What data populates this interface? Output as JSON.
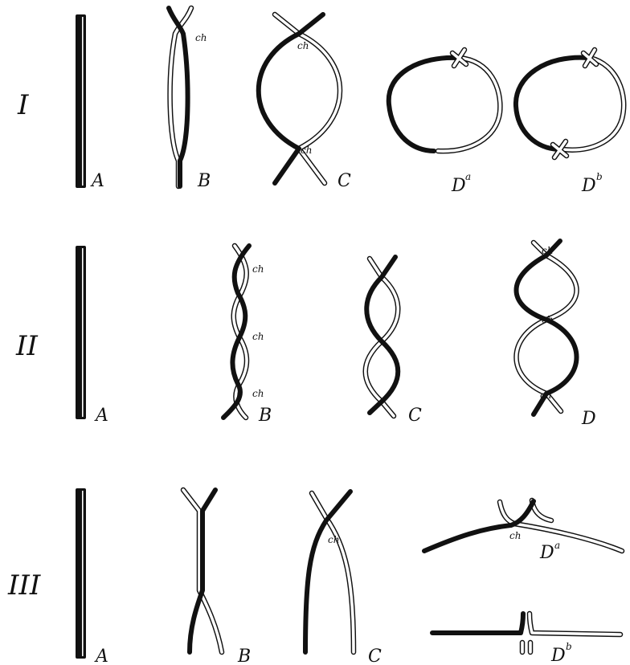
{
  "rows": {
    "I": {
      "label": "I"
    },
    "II": {
      "label": "II"
    },
    "III": {
      "label": "III"
    }
  },
  "stages": {
    "I": {
      "A": {
        "letter": "A"
      },
      "B": {
        "letter": "B",
        "chiasma": "ch"
      },
      "C": {
        "letter": "C",
        "chiasma_top": "ch",
        "chiasma_bottom": "ch"
      },
      "Da": {
        "letter": "D",
        "sup": "a"
      },
      "Db": {
        "letter": "D",
        "sup": "b"
      }
    },
    "II": {
      "A": {
        "letter": "A"
      },
      "B": {
        "letter": "B",
        "chiasma_1": "ch",
        "chiasma_2": "ch",
        "chiasma_3": "ch"
      },
      "C": {
        "letter": "C"
      },
      "D": {
        "letter": "D",
        "chiasma_1": "ch",
        "chiasma_2": "ch",
        "chiasma_3": "ch"
      }
    },
    "III": {
      "A": {
        "letter": "A"
      },
      "B": {
        "letter": "B"
      },
      "C": {
        "letter": "C",
        "chiasma": "ch"
      },
      "Da": {
        "letter": "D",
        "sup": "a",
        "chiasma": "ch"
      },
      "Db": {
        "letter": "D",
        "sup": "b"
      }
    }
  },
  "colors": {
    "ink": "#111111",
    "paper": "#ffffff"
  }
}
